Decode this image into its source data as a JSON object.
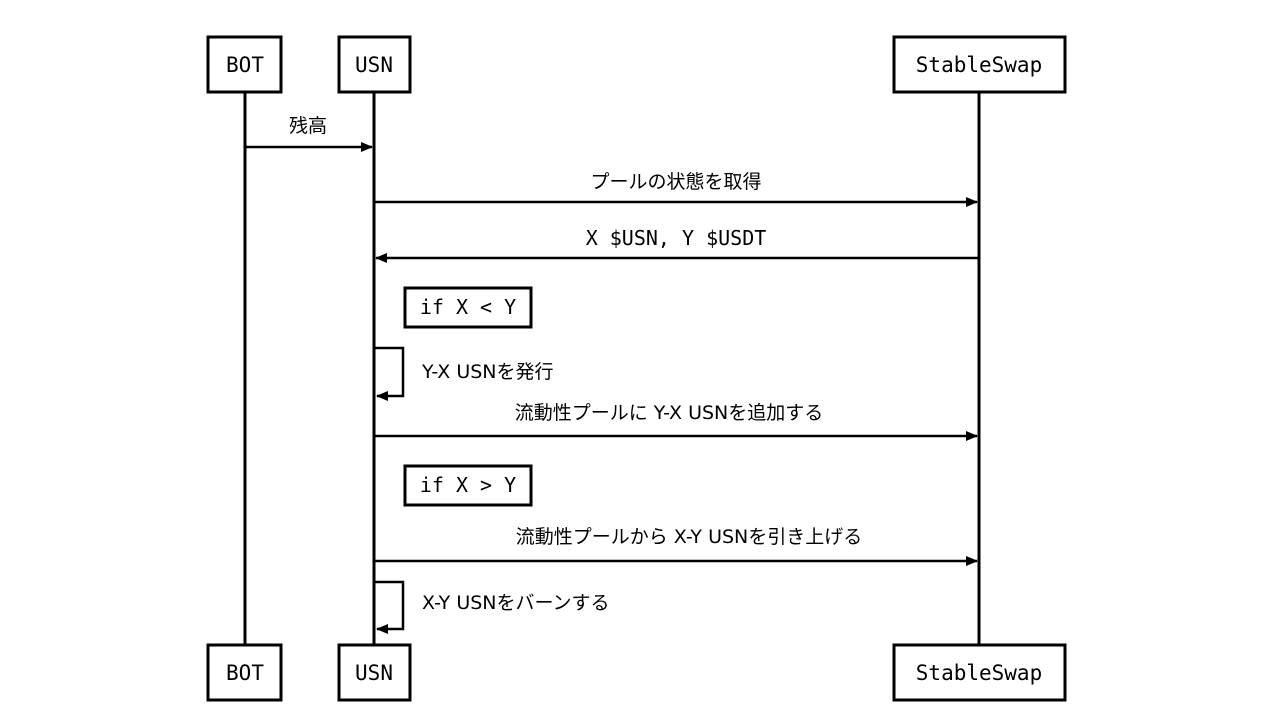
{
  "participants": {
    "bot": "BOT",
    "usn": "USN",
    "stableswap": "StableSwap"
  },
  "messages": {
    "m1": "残高",
    "m2": "プールの状態を取得",
    "m3": "X $USN, Y $USDT",
    "m4": "Y-X USNを発行",
    "m5": "流動性プールに Y-X USNを追加する",
    "m6": "流動性プールから X-Y USNを引き上げる",
    "m7": "X-Y USNをバーンする"
  },
  "conditions": {
    "c1": "if X < Y",
    "c2": "if X > Y"
  }
}
